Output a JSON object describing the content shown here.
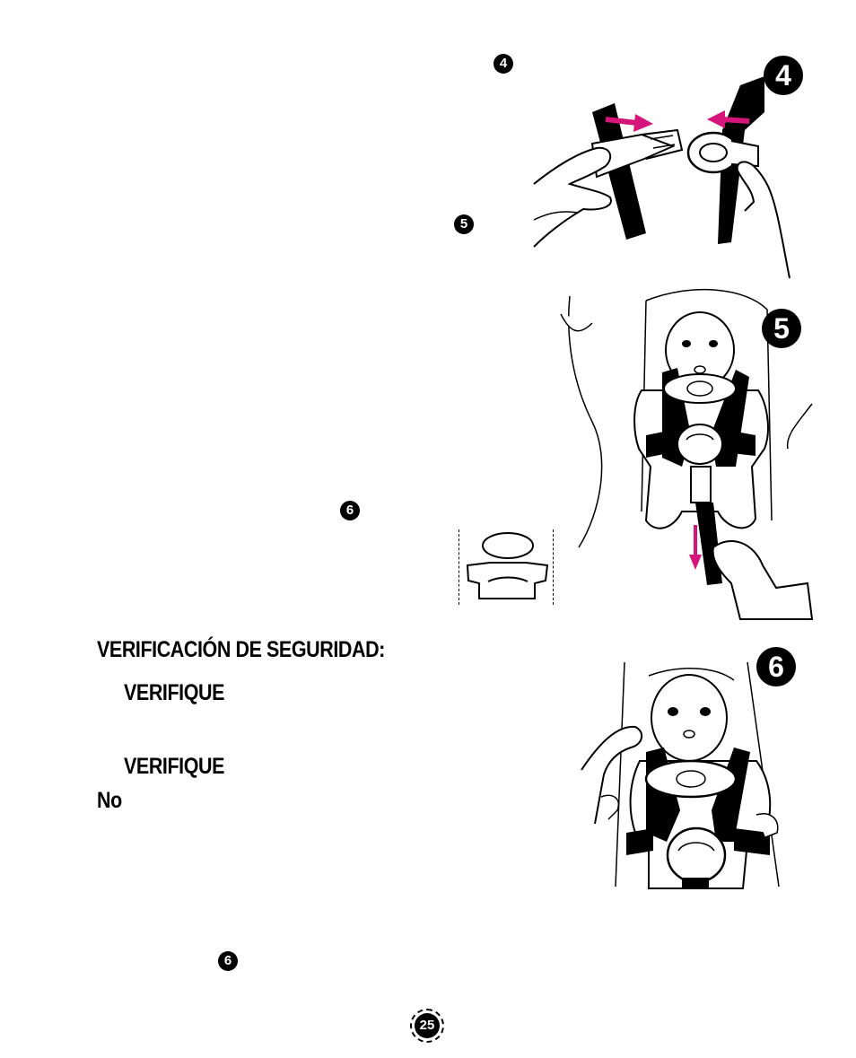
{
  "markers": {
    "step4_small": "4",
    "step5_small": "5",
    "step6_small_a": "6",
    "step6_small_b": "6",
    "step4_big": "4",
    "step5_big": "5",
    "step6_big": "6"
  },
  "safety_check": {
    "heading": "VERIFICACIÓN DE SEGURIDAD:",
    "line1": "VERIFIQUE",
    "line2": "VERIFIQUE",
    "line3": "No"
  },
  "page": {
    "number": "25"
  },
  "colors": {
    "arrow_accent": "#d6157a",
    "ink": "#000000"
  },
  "icons": {
    "fig4": "buckle-tongues-illustration",
    "fig5": "infant-harness-pull-strap-illustration",
    "fig6": "infant-harness-check-illustration",
    "chest_clip": "chest-clip-icon"
  }
}
